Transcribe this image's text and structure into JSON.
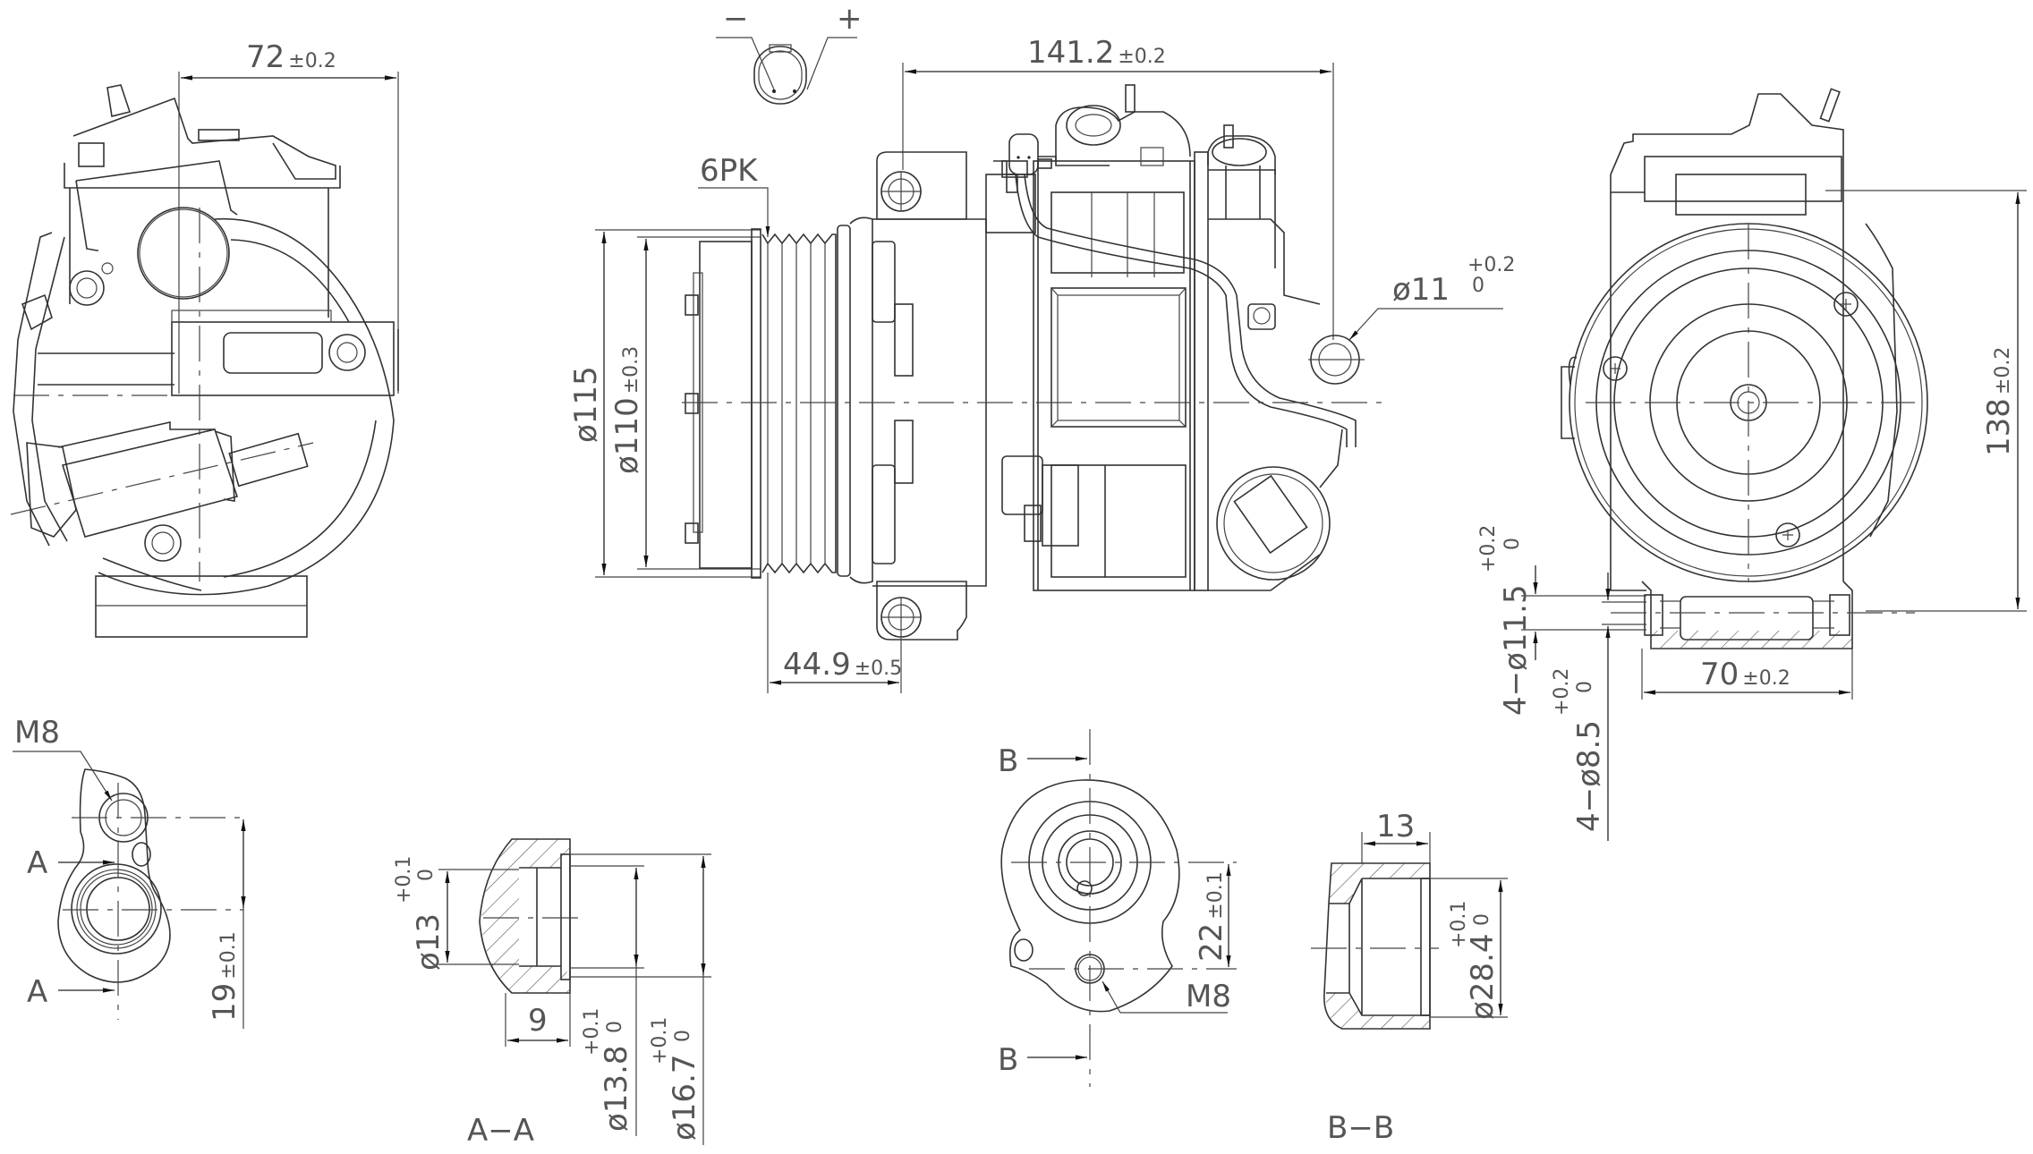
{
  "drawing": {
    "title": "Compressor dimension drawing",
    "line_color": "#333333",
    "text_color": "#555555",
    "background": "#ffffff"
  },
  "views": {
    "side_view": {
      "dim_width": "72",
      "dim_width_tol": "±0.2"
    },
    "connector_view": {
      "minus": "−",
      "plus": "+"
    },
    "front_view": {
      "belt_label": "6PK",
      "dim_length": "141.2",
      "dim_length_tol": "±0.2",
      "dim_pulley_outer": "ø115",
      "dim_pulley_groove": "ø110",
      "dim_pulley_groove_tol": "±0.3",
      "dim_pulley_offset": "44.9",
      "dim_pulley_offset_tol": "±0.5",
      "dim_hole": "ø11",
      "dim_hole_tol_upper": "+0.2",
      "dim_hole_tol_lower": "0"
    },
    "rear_view": {
      "dim_height": "138",
      "dim_height_tol": "±0.2",
      "dim_mount_spacing": "70",
      "dim_mount_spacing_tol": "±0.2",
      "dim_counterbore": "4−ø11.5",
      "dim_counterbore_tol_upper": "+0.2",
      "dim_counterbore_tol_lower": "0",
      "dim_bolt_hole": "4−ø8.5",
      "dim_bolt_hole_tol_upper": "+0.2",
      "dim_bolt_hole_tol_lower": "0"
    },
    "port_a": {
      "thread_label": "M8",
      "section_marker_top": "A",
      "section_marker_bottom": "A",
      "dim_center_distance": "19",
      "dim_center_distance_tol": "±0.1"
    },
    "section_a": {
      "title": "A−A",
      "dim_inner": "ø13",
      "dim_inner_tol_upper": "+0.1",
      "dim_inner_tol_lower": "0",
      "dim_depth": "9",
      "dim_mid": "ø13.8",
      "dim_mid_tol_upper": "+0.1",
      "dim_mid_tol_lower": "0",
      "dim_outer": "ø16.7",
      "dim_outer_tol_upper": "+0.1",
      "dim_outer_tol_lower": "0"
    },
    "port_b": {
      "thread_label": "M8",
      "section_marker_top": "B",
      "section_marker_bottom": "B",
      "dim_center_distance": "22",
      "dim_center_distance_tol": "±0.1"
    },
    "section_b": {
      "title": "B−B",
      "dim_depth": "13",
      "dim_bore": "ø28.4",
      "dim_bore_tol_upper": "+0.1",
      "dim_bore_tol_lower": "0"
    }
  }
}
